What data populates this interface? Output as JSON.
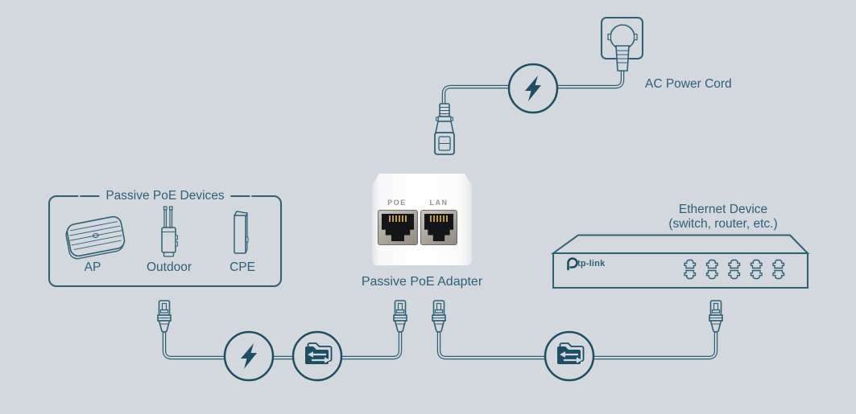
{
  "colors": {
    "background": "#d3d8de",
    "line_art": "#2e6174",
    "icon_fill": "#1e4e61",
    "text": "#2d5f7a"
  },
  "ac_section": {
    "label": "AC Power Cord"
  },
  "poe_devices_box": {
    "title": "Passive PoE Devices",
    "devices": [
      {
        "label": "AP"
      },
      {
        "label": "Outdoor"
      },
      {
        "label": "CPE"
      }
    ]
  },
  "adapter": {
    "port_left_label": "POE",
    "port_right_label": "LAN",
    "caption": "Passive PoE Adapter"
  },
  "ethernet_device": {
    "title": "Ethernet Device",
    "subtitle": "(switch, router, etc.)",
    "brand": "tp-link",
    "port_count": 10
  },
  "icons": {
    "power": "lightning-bolt",
    "data_transfer": "folder-arrows",
    "wall_outlet": "eu-wall-plug",
    "cable_end": "rj45-connector"
  }
}
